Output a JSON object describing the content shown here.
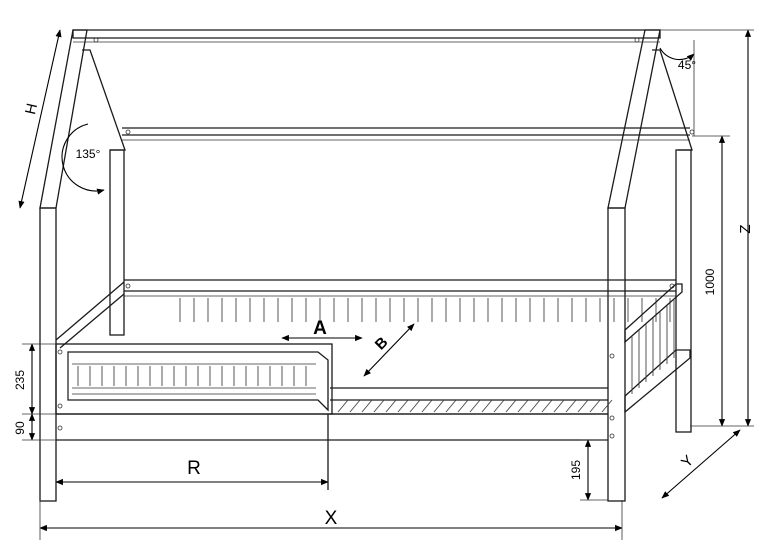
{
  "labels": {
    "H": "H",
    "X": "X",
    "Y": "Y",
    "Z": "Z",
    "R": "R",
    "A": "A",
    "B": "B",
    "dim_1000": "1000",
    "dim_235": "235",
    "dim_90": "90",
    "dim_195": "195",
    "angle_135": "135°",
    "angle_45": "45°"
  }
}
